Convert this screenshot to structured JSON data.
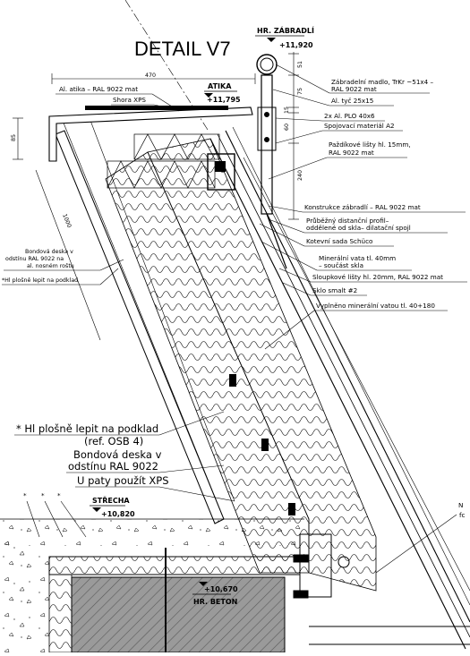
{
  "title": "DETAIL V7",
  "levels": {
    "railing": {
      "name": "HR. ZÁBRADLÍ",
      "value": "+11,920"
    },
    "attic": {
      "name": "ATIKA",
      "value": "+11,795"
    },
    "roof": {
      "name": "STŘECHA",
      "value": "+10,820"
    },
    "concrete": {
      "name": "HR. BETON",
      "value": "+10,670"
    }
  },
  "dimensions": {
    "attic_width": "470",
    "d51": "51",
    "d75": "75",
    "d15": "15",
    "d60": "60",
    "d240": "240",
    "d85": "85",
    "d1000": "1000"
  },
  "labels_right": [
    "Zábradelní madlo, TrKr ~51x4 –",
    "RAL 9022 mat",
    "Al. tyč 25x15",
    "2x Al. PLO 40x6",
    "Spojovací materiál A2",
    "Paždíkové lišty hl. 15mm,",
    "RAL 9022 mat",
    "Konstrukce zábradlí – RAL 9022 mat",
    "Průběžný distanční profil–",
    "oddělené od skla– dilatační spojl",
    "Kotevní sada Schüco",
    "Minerální vata tl. 40mm",
    "– součást skla",
    "Sloupkové lišty hl. 20mm, RAL 9022 mat",
    "Sklo smalt #2",
    "Vyplněno minerální vatou tl. 40+180"
  ],
  "labels_top": [
    "Al. atika – RAL 9022 mat",
    "Shora XPS"
  ],
  "labels_left": [
    "Bondová deska v",
    "odstínu RAL 9022 na",
    "al. nosném roštu",
    "*Hl plošně lepit na podklad"
  ],
  "notes": [
    "* Hl plošně lepit na podklad",
    "(ref. OSB 4)",
    "Bondová deska v",
    "odstínu RAL 9022",
    "U paty použít XPS"
  ],
  "cut_text": [
    "N",
    "fc"
  ]
}
